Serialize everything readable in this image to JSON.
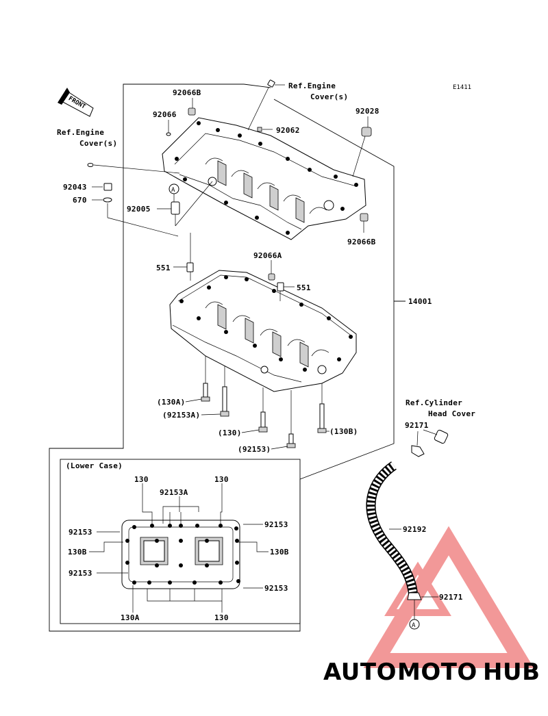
{
  "diagram_code": "E1411",
  "front_label": "FRONT",
  "refs": {
    "engine_cover_top_line1": "Ref.Engine",
    "engine_cover_top_line2": "Cover(s)",
    "engine_cover_left_line1": "Ref.Engine",
    "engine_cover_left_line2": "Cover(s)",
    "cylinder_head_line1": "Ref.Cylinder",
    "cylinder_head_line2": "Head Cover"
  },
  "parts": {
    "p92066B_top": "92066B",
    "p92066": "92066",
    "p92062": "92062",
    "p92028": "92028",
    "p92043": "92043",
    "p670": "670",
    "p92005": "92005",
    "p92066B_right": "92066B",
    "p92066A": "92066A",
    "p551_left": "551",
    "p551_right": "551",
    "p14001": "14001",
    "p130A": "(130A)",
    "p92153A": "(92153A)",
    "p130": "(130)",
    "p130B": "(130B)",
    "p92153": "(92153)",
    "p92171_top": "92171",
    "p92192": "92192",
    "p92171_bottom": "92171"
  },
  "markers": {
    "a_top": "A",
    "a_bottom": "A"
  },
  "lower_case": {
    "title": "(Lower Case)",
    "l130_tl": "130",
    "l92153A": "92153A",
    "l130_tr": "130",
    "l92153_lt": "92153",
    "l130B_l": "130B",
    "l92153_lb": "92153",
    "l130A": "130A",
    "l130_bottom": "130",
    "l92153_rt": "92153",
    "l130B_r": "130B",
    "l92153_rb": "92153"
  },
  "watermark": {
    "part1": "AUTO",
    "part2": "MOTO",
    "part3": "HUB",
    "color1": "#f5b94a",
    "color2": "#e94545",
    "color3": "#555555"
  }
}
